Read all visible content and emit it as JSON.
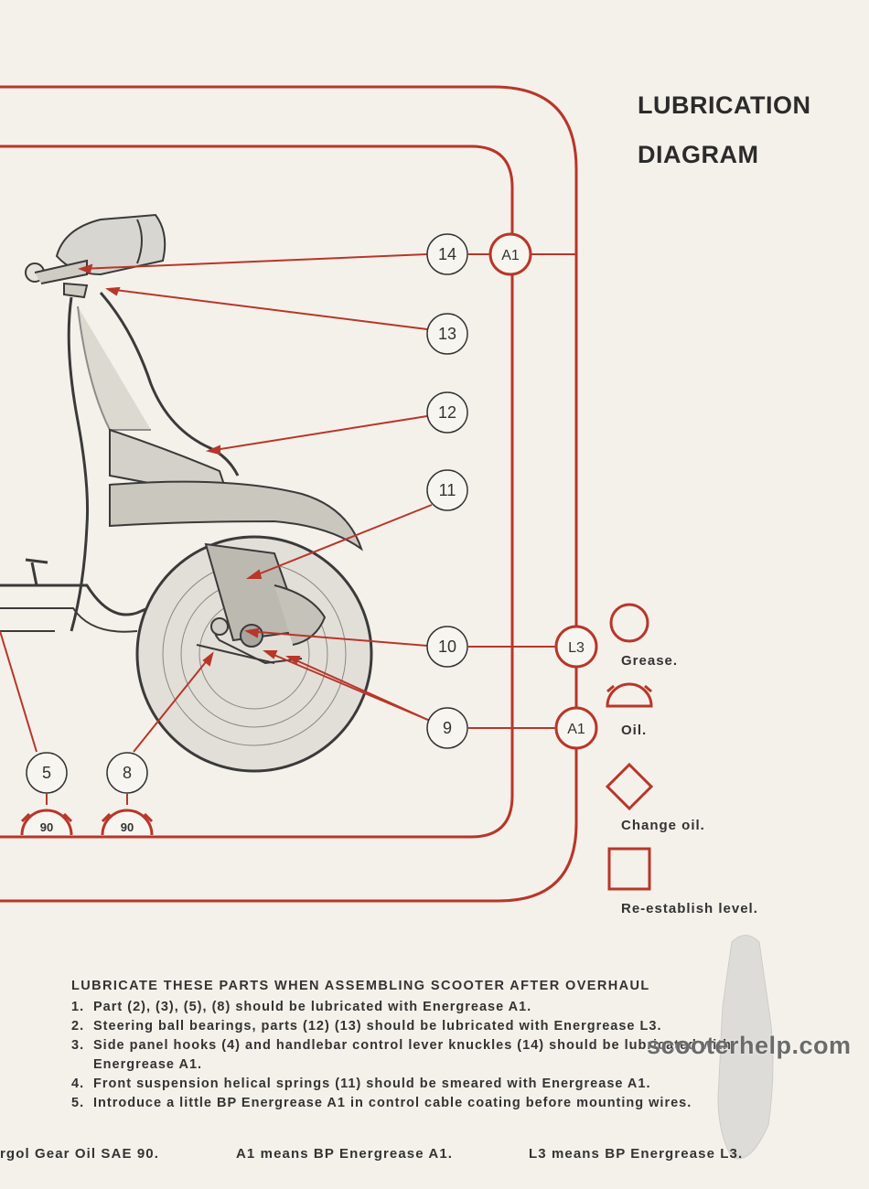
{
  "title": {
    "line1": "LUBRICATION",
    "line2": "DIAGRAM"
  },
  "callouts": [
    {
      "id": "14",
      "code": "A1"
    },
    {
      "id": "13",
      "code": ""
    },
    {
      "id": "12",
      "code": ""
    },
    {
      "id": "11",
      "code": ""
    },
    {
      "id": "10",
      "code": "L3"
    },
    {
      "id": "9",
      "code": "A1"
    },
    {
      "id": "5",
      "code": "90"
    },
    {
      "id": "8",
      "code": "90"
    }
  ],
  "legend": {
    "grease": "Grease.",
    "oil": "Oil.",
    "change_oil": "Change oil.",
    "reestablish": "Re-establish level."
  },
  "notes": {
    "heading": "LUBRICATE THESE PARTS WHEN ASSEMBLING SCOOTER AFTER OVERHAUL",
    "items": [
      {
        "num": "1.",
        "text": "Part (2), (3), (5), (8) should be lubricated with Energrease A1."
      },
      {
        "num": "2.",
        "text": "Steering ball bearings, parts (12) (13) should be lubricated with Energrease L3."
      },
      {
        "num": "3.",
        "text": "Side panel hooks (4) and handlebar control lever knuckles (14) should be lubricated with Energrease A1."
      },
      {
        "num": "4.",
        "text": "Front suspension helical springs (11) should be smeared with Energrease A1."
      },
      {
        "num": "5.",
        "text": "Introduce a little BP Energrease A1 in control cable coating before mounting wires."
      }
    ]
  },
  "footer": {
    "gear_oil": "rgol Gear Oil SAE 90.",
    "a1": "A1 means BP Energrease A1.",
    "l3": "L3 means BP Energrease L3."
  },
  "watermark": "scooterhelp.com",
  "colors": {
    "accent": "#b8362a",
    "ink": "#2a2a2a",
    "paper": "#f4f1ea"
  }
}
